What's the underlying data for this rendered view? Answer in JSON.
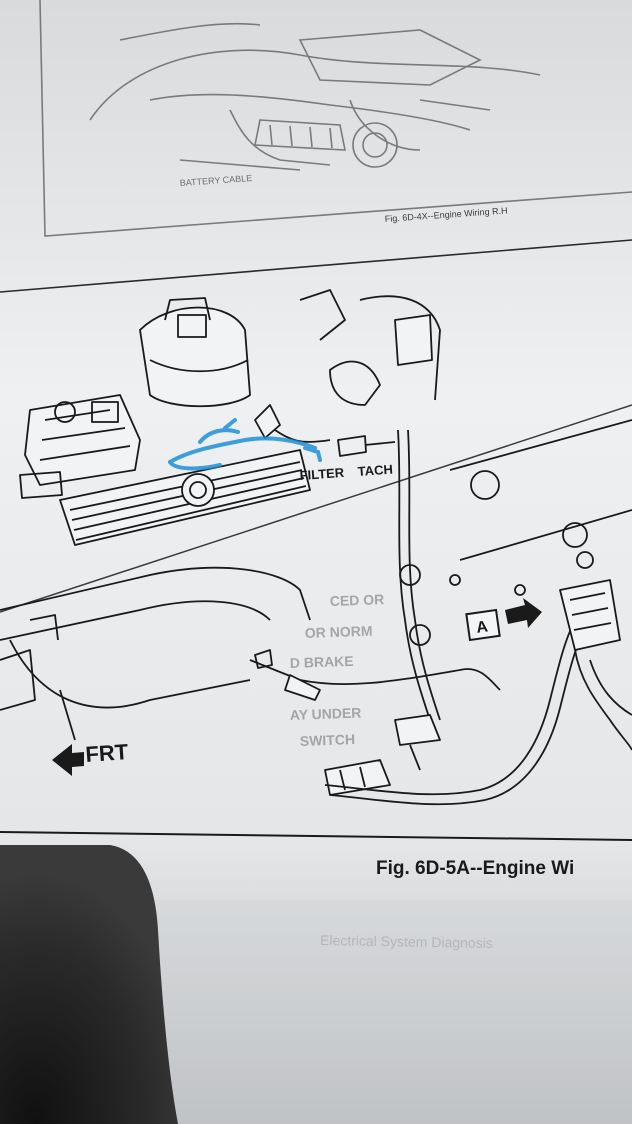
{
  "top_figure": {
    "battery_cable_label": "BATTERY CABLE",
    "caption": "Fig. 6D-4X--Engine Wiring R.H"
  },
  "main_figure": {
    "filter_label": "FILTER",
    "tach_label": "TACH",
    "callout_a": "A",
    "front_label": "FRT",
    "caption": "Fig. 6D-5A--Engine Wi"
  },
  "bleed_through": {
    "line_1": "CED OR",
    "line_2": "OR NORM",
    "line_3": "D BRAKE",
    "line_4": "AY UNDER",
    "line_5": "SWITCH",
    "heading": "Electrical System Diagnosis"
  },
  "colors": {
    "paper": "#eef0f2",
    "ink": "#1a1a1a",
    "highlight": "#1e90d6",
    "shadow": "#222222"
  }
}
